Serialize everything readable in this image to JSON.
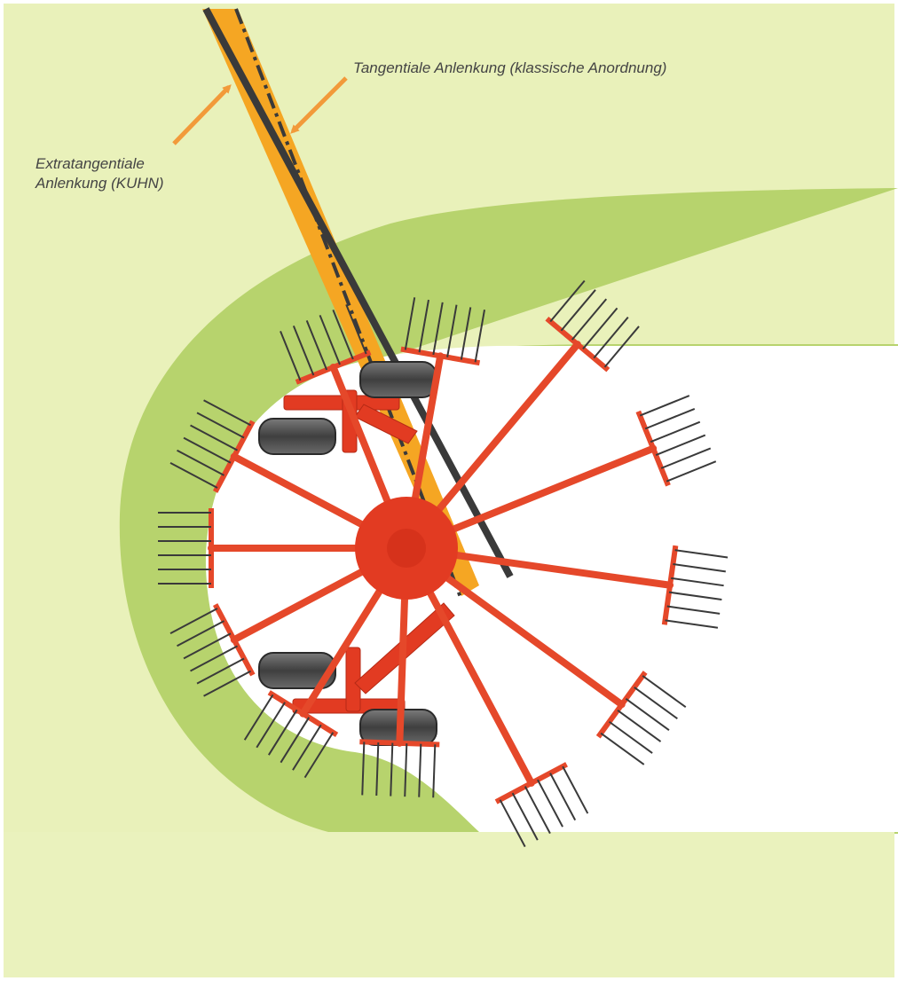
{
  "labels": {
    "tangential": "Tangentiale Anlenkung (klassische Anordnung)",
    "extratangential_line1": "Extratangentiale",
    "extratangential_line2": "Anlenkung (KUHN)"
  },
  "colors": {
    "background_light_green": "#e9f1ba",
    "swath_green": "#b7d36d",
    "rotor_red": "#e23b22",
    "arm_red": "#e5482a",
    "arrow_orange": "#f29a3a",
    "drawbar_orange": "#f5a623",
    "tine_dark": "#3a3a3a",
    "tire_gray": "#555555",
    "label_text": "#444444",
    "white_area": "#ffffff"
  },
  "icons": {
    "arrow_to_kuhn": "arrow-icon",
    "arrow_to_classic": "arrow-icon",
    "wheel": "tire-icon",
    "tine_holder": "tine-icon"
  }
}
